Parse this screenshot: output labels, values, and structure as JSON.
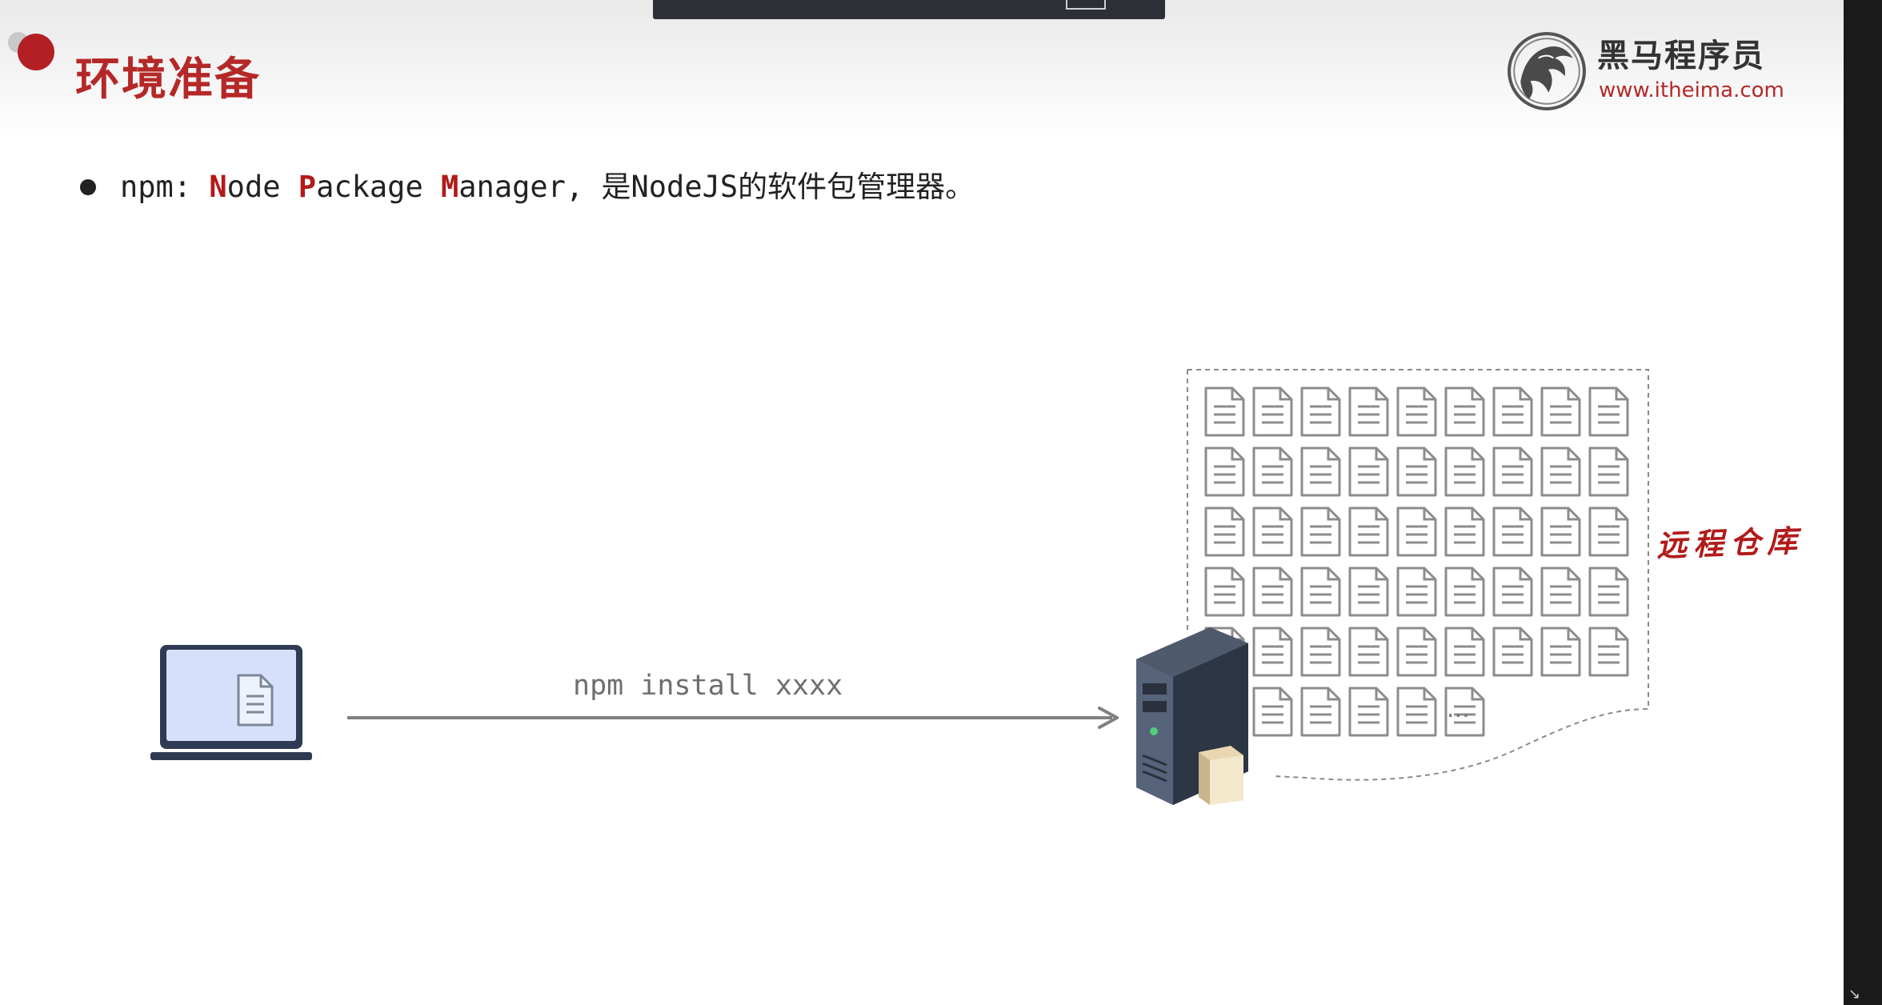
{
  "slide": {
    "title": "环境准备",
    "logo": {
      "name": "黑马程序员",
      "url": "www.itheima.com"
    },
    "bullet": {
      "prefix": "npm: ",
      "n_letter": "N",
      "n_rest": "ode ",
      "p_letter": "P",
      "p_rest": "ackage ",
      "m_letter": "M",
      "m_rest": "anager",
      "suffix": ", 是NodeJS的软件包管理器。"
    },
    "diagram": {
      "command": "npm install xxxx",
      "ellipsis": "...",
      "repo_label": "远程仓库"
    }
  },
  "colors": {
    "title_red": "#b52828",
    "highlight_red": "#b21a1a",
    "laptop_screen": "#d6e0fb",
    "laptop_frame": "#2f3b52",
    "arrow_gray": "#808080"
  },
  "icons": {
    "laptop": "laptop-icon",
    "server": "server-icon",
    "document": "document-icon",
    "folder": "folder-icon",
    "logo": "horse-logo-icon"
  }
}
